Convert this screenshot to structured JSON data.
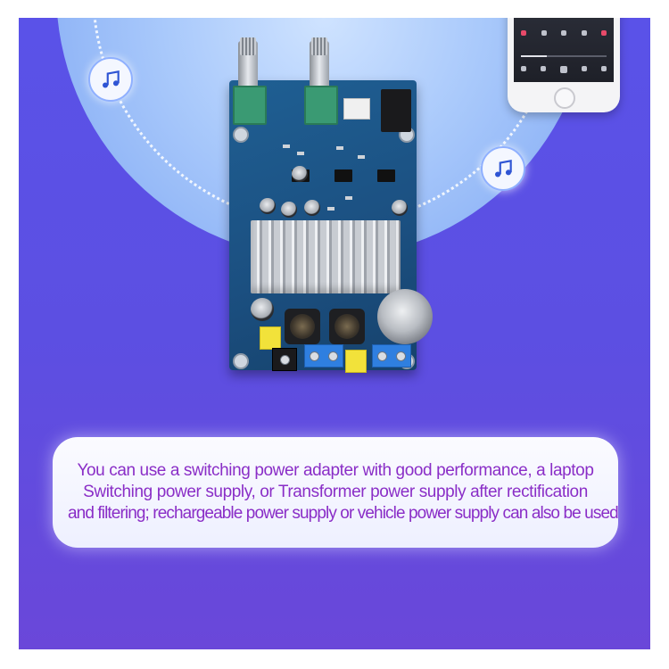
{
  "icons": {
    "left_badge": "music-note-icon",
    "right_badge": "music-note-icon"
  },
  "colors": {
    "background": "#5c4fe2",
    "halo": "#a9c9fb",
    "caption_text": "#8a2ec7",
    "pcb": "#1f5f93"
  },
  "caption": {
    "line1": "You can use a switching power adapter with good performance, a laptop",
    "line2": "Switching power supply, or Transformer power supply after rectification",
    "line3": "and filtering; rechargeable power supply or vehicle power supply can also be used"
  }
}
